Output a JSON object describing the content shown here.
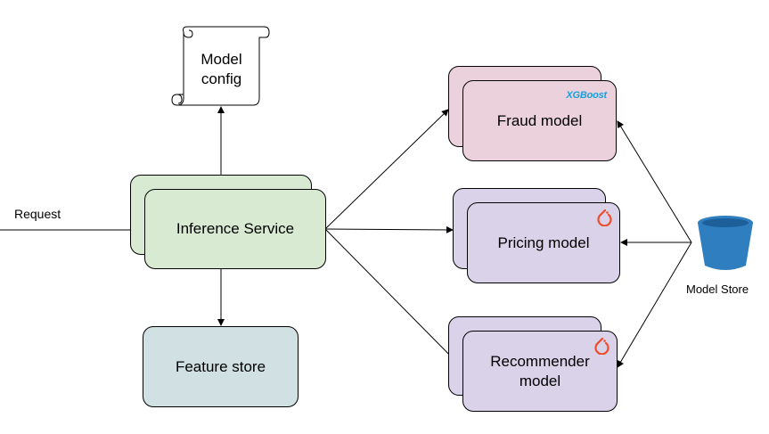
{
  "colors": {
    "green": "#d9ead3",
    "pink": "#ead1dc",
    "purple": "#d9d2e9",
    "teal": "#d0e0e3",
    "bucket": "#2f7ec0",
    "xgboost": "#189fdd",
    "pytorch": "#ee4c2c"
  },
  "nodes": {
    "model_config": "Model\nconfig",
    "inference_service": "Inference Service",
    "feature_store": "Feature store",
    "fraud_model": "Fraud model",
    "pricing_model": "Pricing model",
    "recommender_model": "Recommender\nmodel",
    "model_store": "Model Store"
  },
  "labels": {
    "request": "Request",
    "xgboost_logo": "XGBoost"
  },
  "icons": {
    "fraud_framework": "xgboost-logo",
    "pricing_framework": "pytorch-icon",
    "recommender_framework": "pytorch-icon",
    "model_store": "bucket-icon",
    "model_config": "scroll-icon"
  }
}
